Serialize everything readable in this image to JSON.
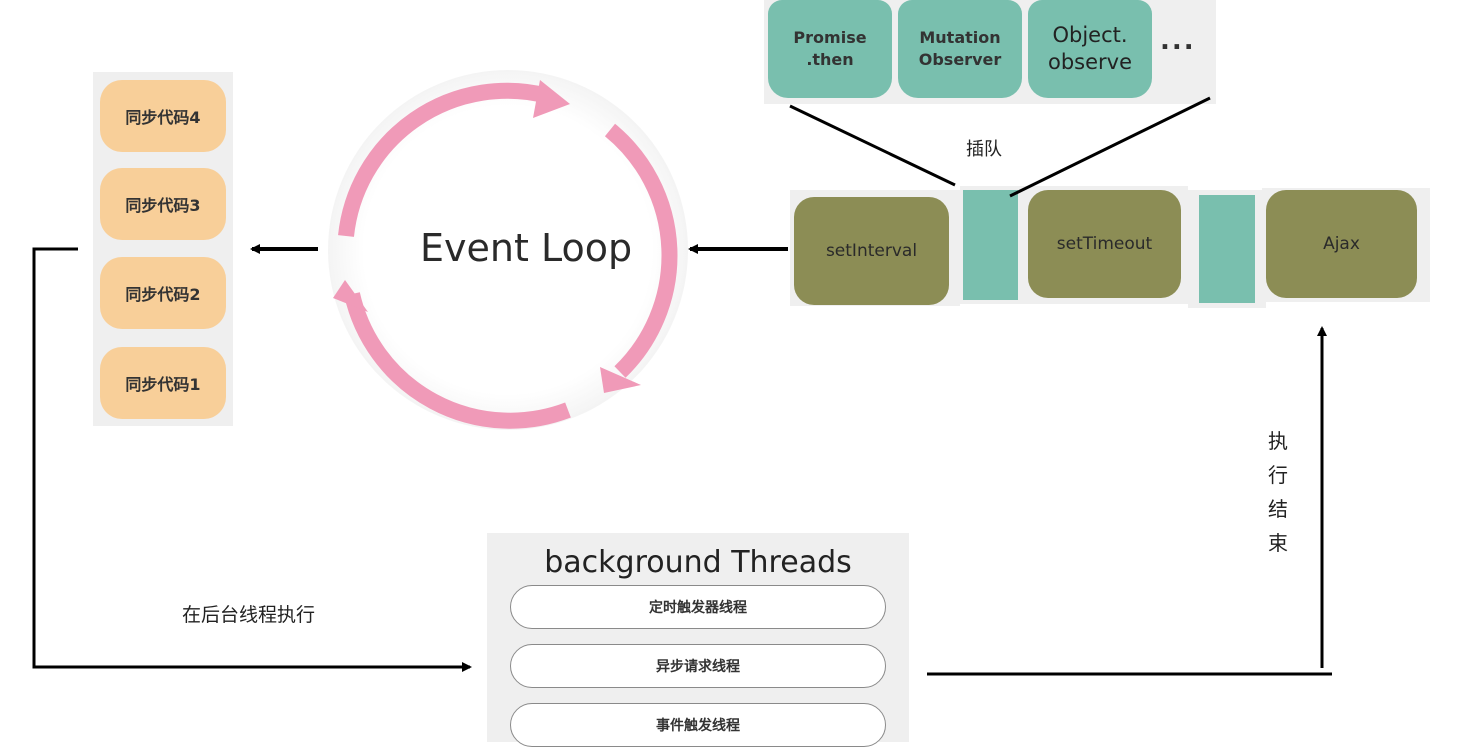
{
  "sync_stack": {
    "items": [
      "同步代码4",
      "同步代码3",
      "同步代码2",
      "同步代码1"
    ]
  },
  "event_loop": {
    "title": "Event Loop"
  },
  "microtasks": {
    "items": [
      {
        "line1": "Promise",
        "line2": ".then"
      },
      {
        "line1": "Mutation",
        "line2": "Observer"
      },
      {
        "line1": "Object.",
        "line2": "observe"
      }
    ],
    "more": "..."
  },
  "labels": {
    "insert": "插队",
    "run_in_background": "在后台线程执行",
    "finished": [
      "执",
      "行",
      "结",
      "束"
    ]
  },
  "macrotasks": {
    "items": [
      "setInterval",
      "setTimeout",
      "Ajax"
    ]
  },
  "background_threads": {
    "title": "background Threads",
    "items": [
      "定时触发器线程",
      "异步请求线程",
      "事件触发线程"
    ]
  },
  "colors": {
    "sync": "#f8cf99",
    "micro": "#79bfae",
    "macro": "#8c8d55",
    "loop": "#f09ab8",
    "panel": "#efefef"
  }
}
